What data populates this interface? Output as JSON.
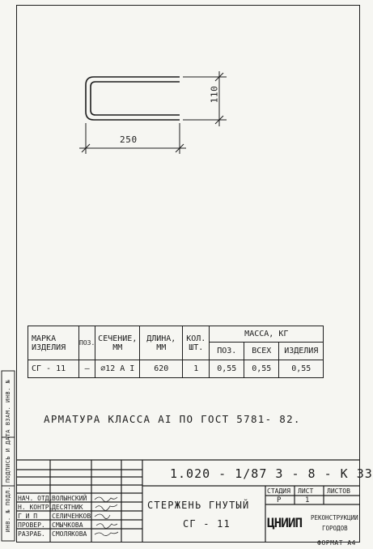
{
  "drawing": {
    "dim_width": "250",
    "dim_height": "110"
  },
  "spec_table": {
    "header": {
      "marka_line1": "МАРКА",
      "marka_line2": "ИЗДЕЛИЯ",
      "poz": "ПОЗ.",
      "sechenie_line1": "СЕЧЕНИЕ,",
      "sechenie_line2": "ММ",
      "dlina_line1": "ДЛИНА,",
      "dlina_line2": "ММ",
      "kol_line1": "КОЛ.",
      "kol_line2": "ШТ.",
      "massa": "МАССА, КГ",
      "massa_poz": "ПОЗ.",
      "massa_vsekh": "ВСЕХ",
      "massa_izdeliya": "ИЗДЕЛИЯ"
    },
    "row": {
      "marka": "СГ - 11",
      "poz": "–",
      "sechenie": "⌀12 А I",
      "dlina": "620",
      "kol": "1",
      "massa_poz": "0,55",
      "massa_vsekh": "0,55",
      "massa_izdeliya": "0,55"
    }
  },
  "note": "АРМАТУРА КЛАССА АI ПО ГОСТ 5781- 82.",
  "margin_label": "ИНВ. № ПОДЛ.  ПОДПИСЬ И ДАТА  ВЗАМ. ИНВ. №",
  "title_block": {
    "doc_code": "1.020 - 1/87   3 - 8 - К 33",
    "title_line1": "СТЕРЖЕНЬ ГНУТЫЙ",
    "title_line2": "СГ - 11",
    "stadiya_label": "СТАДИЯ",
    "list_label": "ЛИСТ",
    "listov_label": "ЛИСТОВ",
    "stadiya_value": "Р",
    "list_value": "1",
    "org_logo": "ЦНИИП",
    "org_line1": "РЕКОНСТРУКЦИИ",
    "org_line2": "ГОРОДОВ",
    "staff": [
      {
        "role": "НАЧ. ОТД.",
        "name": "ВОЛЫНСКИЙ"
      },
      {
        "role": "Н. КОНТР.",
        "name": "ДЕСЯТНИК"
      },
      {
        "role": "Г И П",
        "name": "СЕЛИЧЕНКОВ"
      },
      {
        "role": "ПРОВЕР.",
        "name": "СМЫЧКОВА"
      },
      {
        "role": "РАЗРАБ.",
        "name": "СМОЛЯКОВА"
      }
    ]
  },
  "format_label": "ФОРМАТ А4"
}
